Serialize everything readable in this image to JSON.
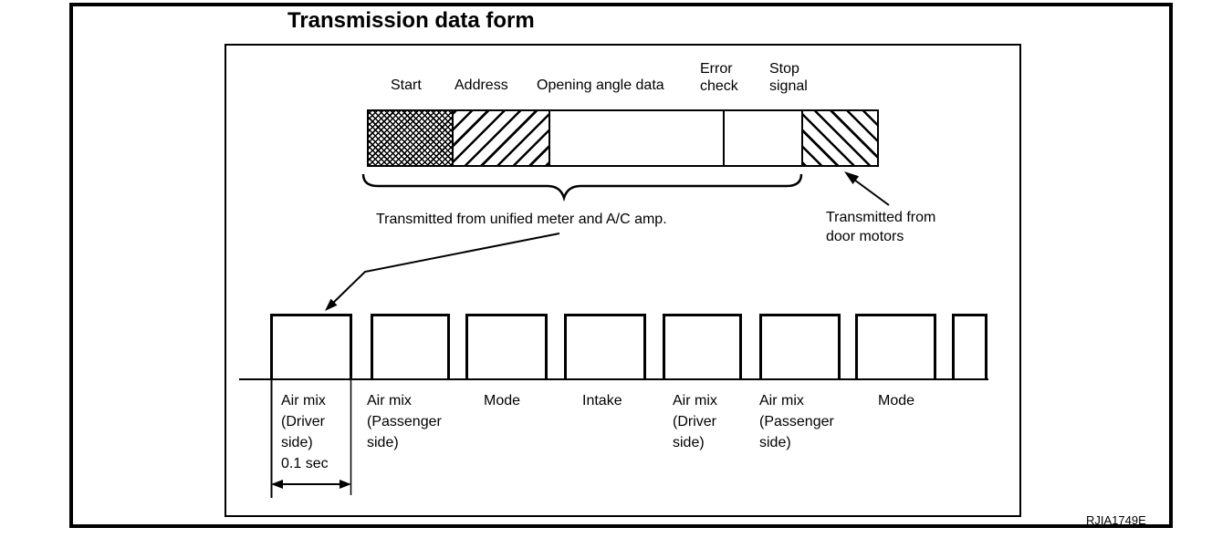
{
  "figure": {
    "title": "Transmission data form",
    "figure_id": "RJIA1749E"
  },
  "data_frame": {
    "segments": [
      {
        "label": "Start",
        "pattern": "crosshatch"
      },
      {
        "label": "Address",
        "pattern": "diagonal-up-hatch"
      },
      {
        "label": "Opening angle data",
        "pattern": "none"
      },
      {
        "label": "Error\ncheck",
        "pattern": "none"
      },
      {
        "label": "Stop\nsignal",
        "pattern": "diagonal-down-hatch"
      }
    ],
    "source_note_main": "Transmitted from unified meter and A/C amp.",
    "source_note_stop": "Transmitted from\ndoor motors"
  },
  "timing": {
    "pulse_labels": [
      "Air mix\n(Driver\nside)",
      "Air mix\n(Passenger\nside)",
      "Mode",
      "Intake",
      "Air mix\n(Driver\nside)",
      "Air mix\n(Passenger\nside)",
      "Mode"
    ],
    "duration_label": "0.1 sec"
  }
}
